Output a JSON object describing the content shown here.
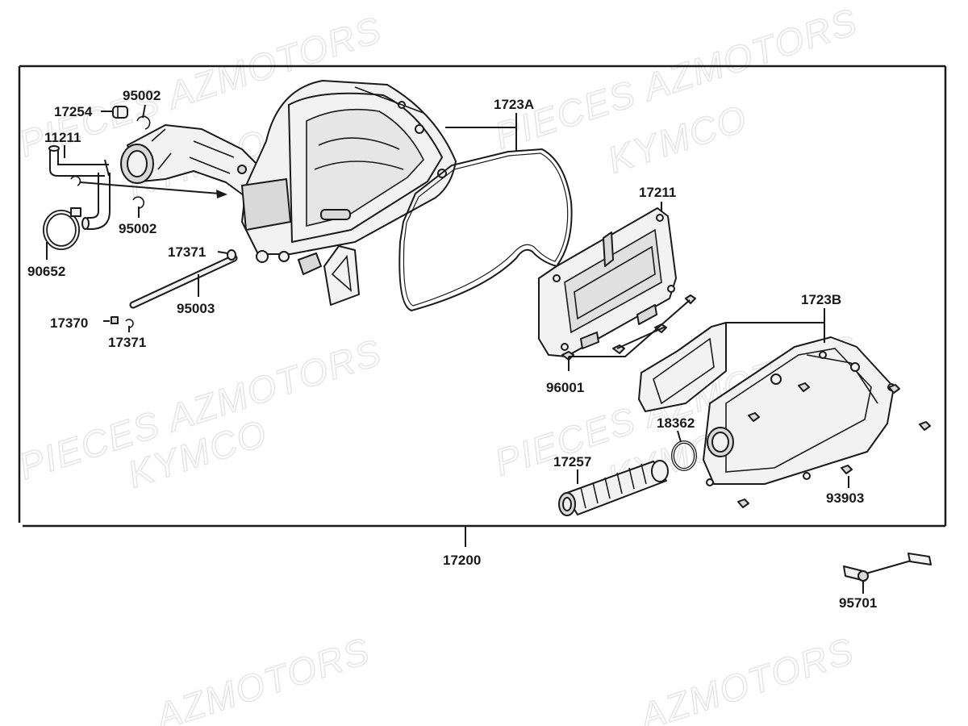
{
  "watermarks": [
    "PIECES AZMOTORS",
    "KYMCO",
    "PIECES AZMOTORS",
    "KYMCO",
    "PIECES AZMOTORS",
    "KYMCO",
    "PIECES AZMOTORS",
    "KYMCO",
    "AZMOTORS",
    "AZMOTORS"
  ],
  "part_labels": {
    "p17254": "17254",
    "p95002a": "95002",
    "p11211": "11211",
    "p95002b": "95002",
    "p90652": "90652",
    "p17371a": "17371",
    "p95003": "95003",
    "p17370": "17370",
    "p17371b": "17371",
    "p1723A": "1723A",
    "p17211": "17211",
    "p1723B": "1723B",
    "p96001": "96001",
    "p18362": "18362",
    "p17257": "17257",
    "p93903": "93903",
    "p17200": "17200",
    "p95701": "95701"
  }
}
